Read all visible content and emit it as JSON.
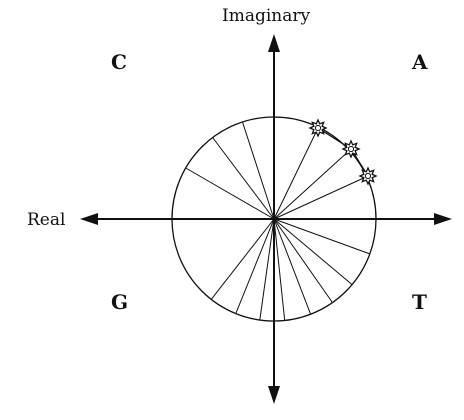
{
  "diagram": {
    "axis_labels": {
      "imaginary": "Imaginary",
      "real": "Real"
    },
    "quadrants": {
      "top_left": "C",
      "top_right": "A",
      "bottom_left": "G",
      "bottom_right": "T"
    },
    "colors": {
      "stroke": "#111111",
      "background": "#ffffff"
    },
    "icons": [
      "arrow-head-icon",
      "sun-marker-icon"
    ]
  }
}
